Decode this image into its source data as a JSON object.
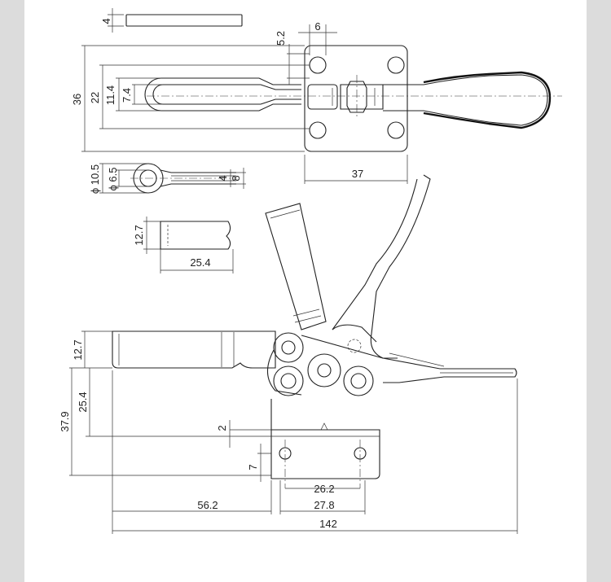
{
  "dimensions": {
    "top_plate_thickness": "4",
    "bolt_spacing_width": "6",
    "bolt_offset": "5.2",
    "base_height": "36",
    "bar_slot_height": "22",
    "slot_width": "11.4",
    "slot_inner_width": "7.4",
    "base_width": "37",
    "spindle_outer_diameter": "ϕ 10.5",
    "spindle_inner_diameter": "ϕ 6.5",
    "spindle_width_inner": "4",
    "spindle_width_outer": "8",
    "bar_height": "12.7",
    "bar_length": "25.4",
    "side_bar_height": "12.7",
    "side_clearance": "25.4",
    "side_total_height": "37.9",
    "base_step": "2",
    "base_hole_offset": "7",
    "hole_spacing_inner": "26.2",
    "hole_spacing_outer": "27.8",
    "reach": "56.2",
    "overall_length": "142"
  },
  "colors": {
    "background": "#dcdcdc",
    "sheet": "#ffffff",
    "line": "#222222"
  }
}
